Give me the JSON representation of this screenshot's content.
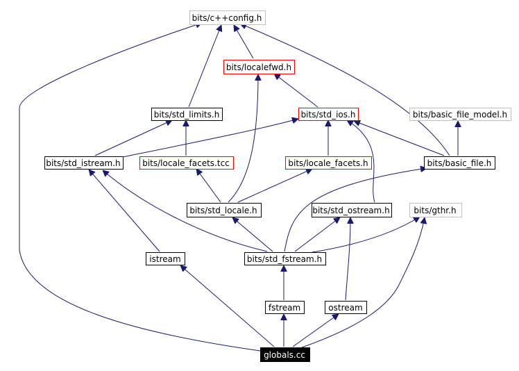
{
  "colors": {
    "edge": "#191970",
    "box_black": "#000000",
    "box_red": "#ff0000",
    "box_gray": "#c0c0c0",
    "root_fill": "#000000",
    "root_text": "#ffffff",
    "text": "#000000"
  },
  "nodes": {
    "cxxconfig": {
      "label": "bits/c++config.h",
      "style": "gray"
    },
    "localefwd": {
      "label": "bits/localefwd.h",
      "style": "red"
    },
    "std_limits": {
      "label": "bits/std_limits.h",
      "style": "black"
    },
    "std_ios": {
      "label": "bits/std_ios.h",
      "style": "red"
    },
    "basic_file_model": {
      "label": "bits/basic_file_model.h",
      "style": "gray"
    },
    "std_istream": {
      "label": "bits/std_istream.h",
      "style": "black"
    },
    "locale_facets_tcc": {
      "label": "bits/locale_facets.tcc",
      "style": "red"
    },
    "locale_facets": {
      "label": "bits/locale_facets.h",
      "style": "red"
    },
    "basic_file": {
      "label": "bits/basic_file.h",
      "style": "black"
    },
    "std_locale": {
      "label": "bits/std_locale.h",
      "style": "black"
    },
    "std_ostream": {
      "label": "bits/std_ostream.h",
      "style": "black"
    },
    "gthr": {
      "label": "bits/gthr.h",
      "style": "gray"
    },
    "istream": {
      "label": "istream",
      "style": "black"
    },
    "std_fstream": {
      "label": "bits/std_fstream.h",
      "style": "black"
    },
    "fstream": {
      "label": "fstream",
      "style": "black"
    },
    "ostream": {
      "label": "ostream",
      "style": "black"
    },
    "globals": {
      "label": "globals.cc",
      "style": "root"
    }
  }
}
